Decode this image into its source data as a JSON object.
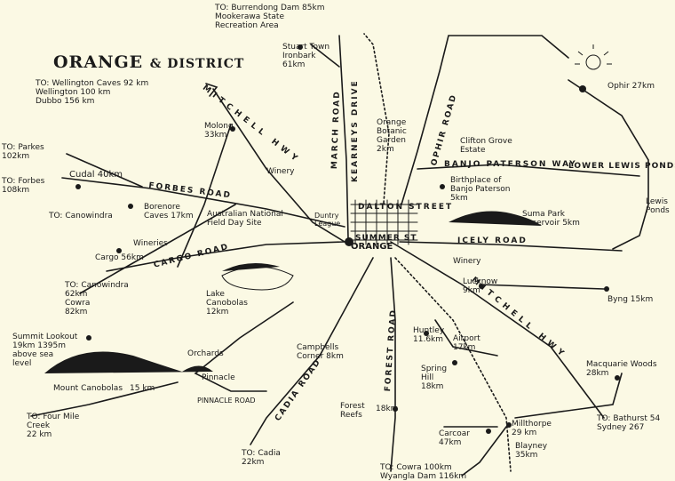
{
  "map": {
    "title": "ORANGE",
    "title_suffix": "& DISTRICT",
    "town": "ORANGE",
    "colors": {
      "background": "#fbf9e4",
      "ink": "#1a1a1a"
    }
  },
  "labels": {
    "burrendong": [
      "TO: Burrendong Dam 85km",
      "Mookerawa State",
      "Recreation Area"
    ],
    "stuart_town": [
      "Stuart Town",
      "Ironbark",
      "61km"
    ],
    "wellington": [
      "TO: Wellington Caves 92 km",
      "Wellington 100 km",
      "Dubbo 156 km"
    ],
    "molong": [
      "Molong",
      "33km"
    ],
    "parkes": [
      "TO: Parkes",
      "102km"
    ],
    "forbes": [
      "TO: Forbes",
      "108km"
    ],
    "cudal": "Cudal 40km",
    "winery_n": "Winery",
    "borenore": [
      "Borenore",
      "Caves 17km"
    ],
    "canowindra_n": "TO: Canowindra",
    "field_day": [
      "Australian National",
      "Field Day Site"
    ],
    "botanic": [
      "Orange",
      "Botanic",
      "Garden",
      "2km"
    ],
    "clifton": [
      "Clifton Grove",
      "Estate"
    ],
    "ophir": "Ophir 27km",
    "birthplace": [
      "Birthplace of",
      "Banjo Paterson",
      "5km"
    ],
    "lewis_ponds": [
      "Lewis",
      "Ponds"
    ],
    "suma_park": [
      "Suma Park",
      "Reservoir 5km"
    ],
    "duntry": [
      "Duntry",
      "League"
    ],
    "wineries_w": "Wineries",
    "cargo": "Cargo 56km",
    "winery_e": "Winery",
    "canowindra_s": [
      "TO: Canowindra",
      "62km",
      "Cowra",
      "82km"
    ],
    "lake_canobolas": [
      "Lake",
      "Canobolas",
      "12km"
    ],
    "lucknow": [
      "Lucknow",
      "9km"
    ],
    "byng": "Byng 15km",
    "summit": [
      "Summit Lookout",
      "19km 1395m",
      "above sea",
      "level"
    ],
    "orchards": "Orchards",
    "campbells": [
      "Campbells",
      "Corner 8km"
    ],
    "huntley": [
      "Huntley",
      "11.6km"
    ],
    "airport": [
      "Airport",
      "17km"
    ],
    "mount_canobolas": "Mount Canobolas",
    "canobolas_km": "15 km",
    "pinnacle": "Pinnacle",
    "spring_hill": [
      "Spring",
      "Hill",
      "18km"
    ],
    "macquarie": [
      "Macquarie Woods",
      "28km"
    ],
    "pinnacle_road": "PINNACLE ROAD",
    "forest_reefs": [
      "Forest",
      "Reefs"
    ],
    "forest_km": "18km",
    "four_mile": [
      "TO: Four Mile",
      "Creek",
      "22 km"
    ],
    "carcoar": [
      "Carcoar",
      "47km"
    ],
    "millthorpe": [
      "Millthorpe",
      "29 km"
    ],
    "blayney": [
      "Blayney",
      "35km"
    ],
    "bathurst": [
      "TO: Bathurst 54",
      "Sydney 267"
    ],
    "cadia": [
      "TO: Cadia",
      "22km"
    ],
    "cowra_s": [
      "TO: Cowra 100km",
      "Wyangla Dam 116km"
    ]
  },
  "roads": {
    "mitchell_n": "MITCHELL HWY",
    "mitchell_e": "MITCHELL HWY",
    "forbes": "FORBES ROAD",
    "cargo": "CARGO ROAD",
    "march": "MARCH ROAD",
    "kearneys": "KEARNEYS DRIVE",
    "ophir": "OPHIR ROAD",
    "banjo": "BANJO PATERSON WAY",
    "lower_lewis": "LOWER LEWIS PONDS RD",
    "dalton": "DALTON STREET",
    "summer": "SUMMER ST",
    "icely": "ICELY ROAD",
    "cadia": "CADIA ROAD",
    "forest": "FOREST ROAD"
  }
}
